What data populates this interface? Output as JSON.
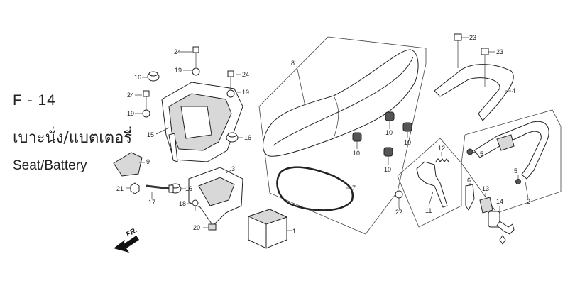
{
  "header": {
    "figure_code": "F - 14",
    "title_thai": "เบาะนั่ง/แบตเตอรี่",
    "title_en": "Seat/Battery"
  },
  "direction_label": "FR.",
  "callouts": [
    "1",
    "2",
    "3",
    "4",
    "5",
    "5",
    "6",
    "7",
    "8",
    "9",
    "10",
    "10",
    "10",
    "10",
    "11",
    "12",
    "13",
    "14",
    "15",
    "16",
    "16",
    "16",
    "17",
    "18",
    "19",
    "19",
    "19",
    "20",
    "21",
    "22",
    "23",
    "23",
    "24",
    "24",
    "24"
  ]
}
